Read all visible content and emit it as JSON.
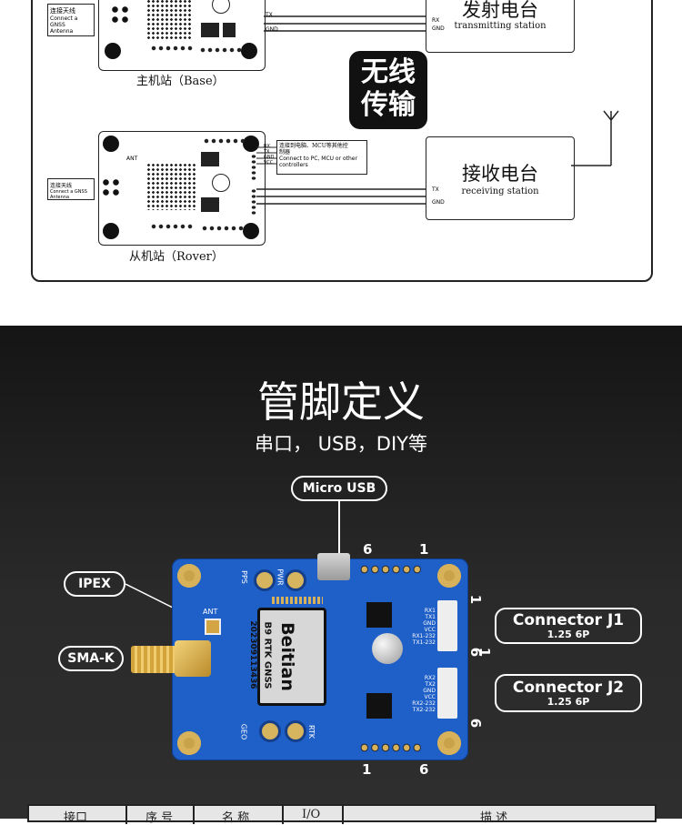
{
  "diagram": {
    "base_label": "主机站（Base）",
    "rover_label": "从机站（Rover）",
    "antenna_label": "连接天线",
    "antenna_label_en1": "Connect a GNSS",
    "antenna_label_en2": "Antenna",
    "ant_label": "ANT",
    "wireless_line1": "无线",
    "wireless_line2": "传输",
    "tx_station_cn": "发射电台",
    "tx_station_en": "transmitting station",
    "rx_station_cn": "接收电台",
    "rx_station_en": "receiving station",
    "pin_rx": "RX",
    "pin_tx": "TX",
    "pin_gnd": "GND",
    "pin_vcc": "VCC",
    "rover_note_cn1": "连接到电脑、MCU等其他控",
    "rover_note_cn2": "制器",
    "rover_note_en1": "Connect to PC, MCU or other",
    "rover_note_en2": "controllers"
  },
  "pinout": {
    "title": "管脚定义",
    "subtitle": "串口， USB，DIY等",
    "micro_usb": "Micro USB",
    "ipex": "IPEX",
    "sma": "SMA-K",
    "j1_name": "Connector J1",
    "j1_spec": "1.25 6P",
    "j2_name": "Connector J2",
    "j2_spec": "1.25 6P",
    "top_pin_left": "6",
    "top_pin_right": "1",
    "bottom_pin_left": "1",
    "bottom_pin_right": "6",
    "j1_pin_top": "1",
    "j1_pin_bottom": "6",
    "j2_pin_top": "1",
    "j2_pin_bottom": "6",
    "board": {
      "brand": "Beitian",
      "model": "B9 RTK GNSS",
      "serial": "202309113436",
      "pps": "PPS",
      "pwr": "PWR",
      "geo": "GEO",
      "rtk": "RTK",
      "ant": "ANT",
      "j1_pins": [
        "RX1",
        "TX1",
        "GND",
        "VCC",
        "RX1-232",
        "TX1-232"
      ],
      "j2_pins": [
        "RX2",
        "TX2",
        "GND",
        "VCC",
        "RX2-232",
        "TX2-232"
      ]
    }
  },
  "table_header": {
    "col1": "接口",
    "col2": "序 号",
    "col3": "名 称",
    "col4": "I/O",
    "col5": "描 述"
  },
  "colors": {
    "board_blue": "#1e5fc8",
    "dark_bg": "#1c1c1c",
    "pad_gold": "#c9a24a"
  }
}
